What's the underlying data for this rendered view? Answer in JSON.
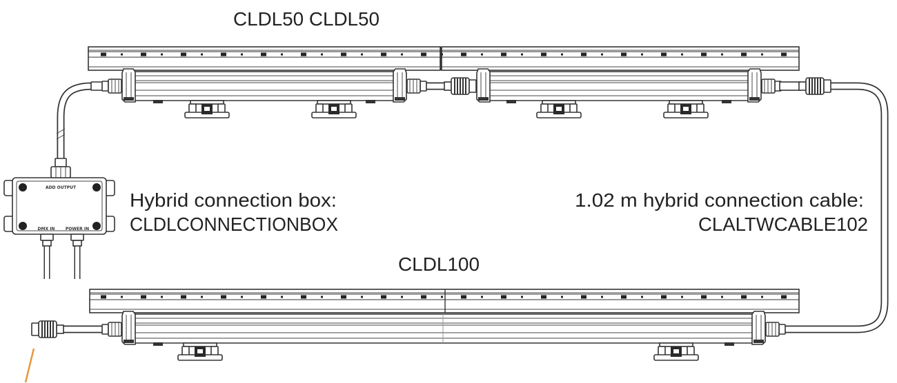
{
  "diagram": {
    "top_units_label": "CLDL50 CLDL50",
    "bottom_unit_label": "CLDL100"
  },
  "connection_box": {
    "title": "Hybrid connection box:",
    "part_number": "CLDLCONNECTIONBOX",
    "markings": {
      "top": "ADD OUTPUT",
      "bottom_left": "DMX IN",
      "bottom_right": "POWER IN"
    }
  },
  "connection_cable": {
    "title": "1.02 m hybrid connection cable:",
    "part_number": "CLALTWCABLE102"
  },
  "colors": {
    "leader": "#e8963a"
  }
}
